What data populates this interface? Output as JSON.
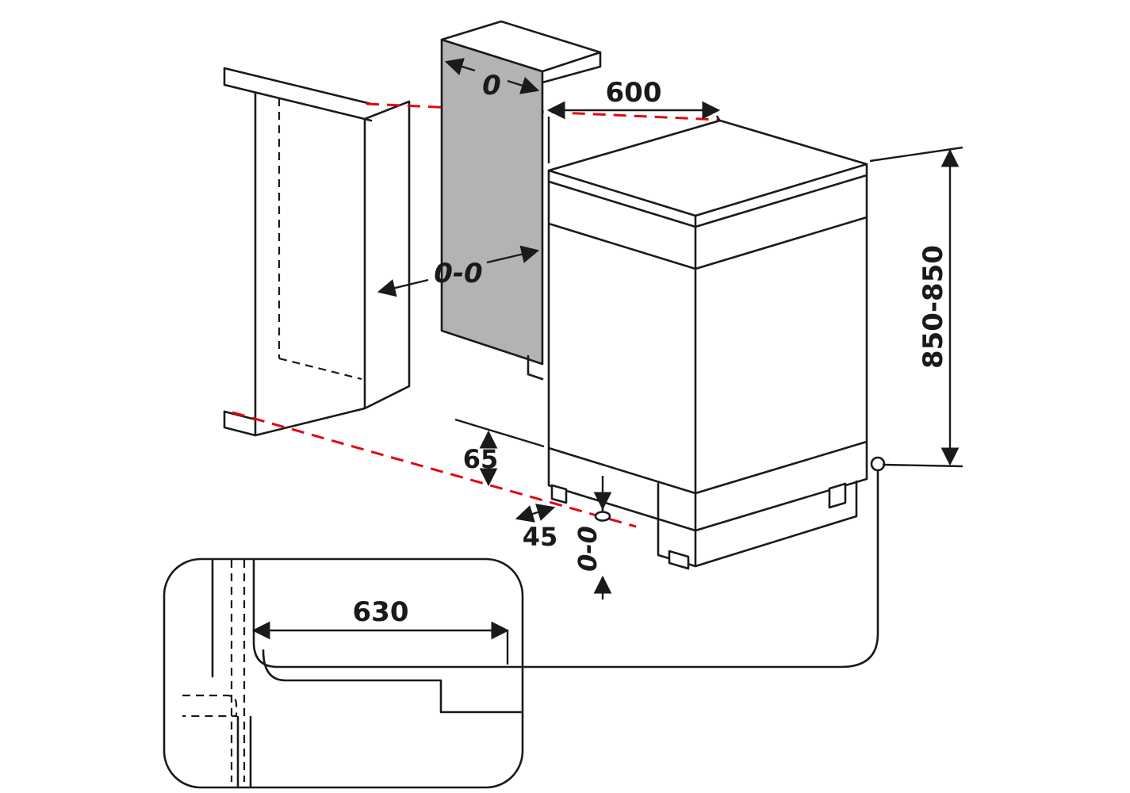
{
  "diagram": {
    "type": "appliance-installation-drawing",
    "subject": "freestanding dishwasher installation clearances",
    "units": "mm",
    "colors": {
      "line": "#1a1a1a",
      "panel_fill": "#b3b3b3",
      "guide_red": "#e30613",
      "background": "#ffffff"
    },
    "dimensions": {
      "top_gap": "0",
      "side_gap": "0-0",
      "width": "600",
      "height": "850-850",
      "foot_adjust": "65",
      "plinth_recess": "45",
      "floor_gap": "0-0",
      "inset_depth": "630"
    }
  }
}
